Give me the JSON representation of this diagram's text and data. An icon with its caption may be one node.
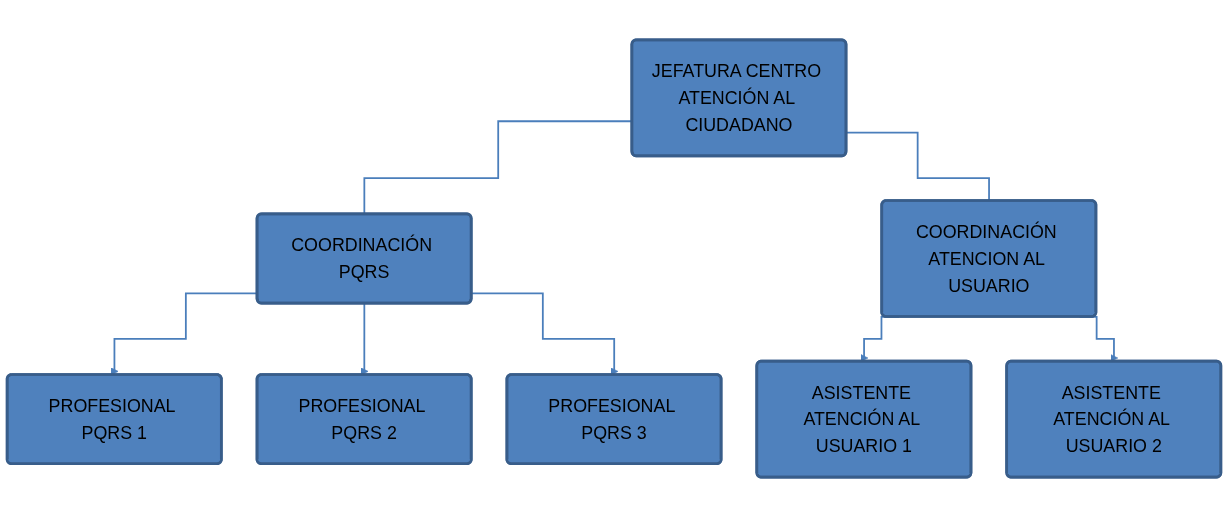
{
  "diagram": {
    "nodes": [
      {
        "text": [
          "JEFATURA CENTRO ATENCIÓN AL CIUDADANO"
        ]
      },
      {
        "text": [
          "COORDINACIÓN PQRS"
        ]
      },
      {
        "text": [
          "COORDINACIÓN ATENCION AL USUARIO"
        ]
      },
      {
        "text": [
          "PROFESIONAL PQRS 1"
        ]
      },
      {
        "text": [
          "PROFESIONAL PQRS 2"
        ]
      },
      {
        "text": [
          "PROFESIONAL PQRS 3"
        ]
      },
      {
        "text": [
          "ASISTENTE ATENCIÓN AL USUARIO 1"
        ]
      },
      {
        "text": [
          "ASISTENTE ATENCIÓN AL USUARIO 2"
        ]
      }
    ],
    "edges": [
      {
        "from": 0,
        "to": 1,
        "arrow": "none"
      },
      {
        "from": 0,
        "to": 2,
        "arrow": "none"
      },
      {
        "from": 1,
        "to": 3,
        "arrow": "to"
      },
      {
        "from": 1,
        "to": 4,
        "arrow": "to"
      },
      {
        "from": 1,
        "to": 5,
        "arrow": "to"
      },
      {
        "from": 2,
        "to": 6,
        "arrow": "to"
      },
      {
        "from": 2,
        "to": 7,
        "arrow": "to"
      }
    ]
  }
}
